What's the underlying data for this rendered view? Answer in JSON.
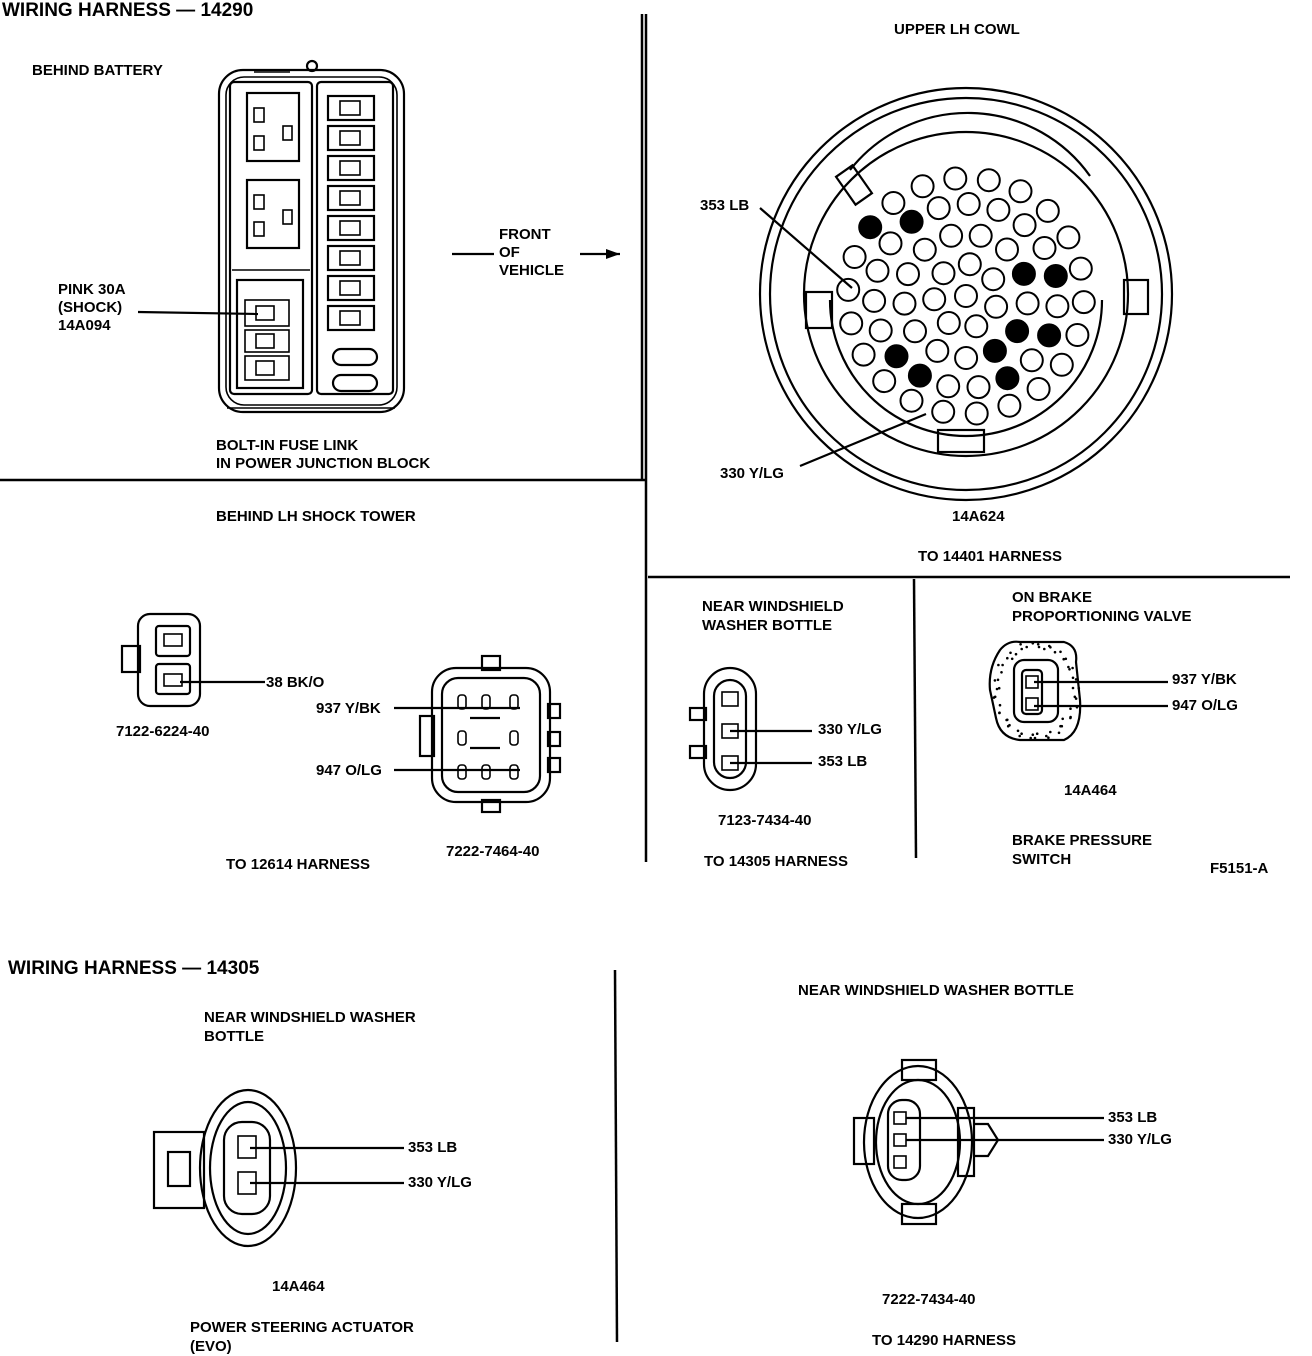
{
  "harness_14290": {
    "header": "WIRING HARNESS — 14290",
    "figure_id": "F5151-A",
    "battery": {
      "location": "BEHIND BATTERY",
      "fuse_label": [
        "PINK 30A",
        "(SHOCK)",
        "14A094"
      ],
      "front_label": [
        "FRONT",
        "OF",
        "VEHICLE"
      ],
      "caption": [
        "BOLT-IN FUSE LINK",
        "IN POWER JUNCTION BLOCK"
      ]
    },
    "cowl": {
      "location": "UPPER LH COWL",
      "wire_top": "353 LB",
      "wire_bottom": "330 Y/LG",
      "part": "14A624",
      "to": "TO 14401 HARNESS"
    },
    "shock_tower": {
      "location": "BEHIND LH SHOCK TOWER",
      "wire_a": "38 BK/O",
      "part_a": "7122-6224-40",
      "wire_b1": "937 Y/BK",
      "wire_b2": "947 O/LG",
      "part_b": "7222-7464-40",
      "to": "TO 12614 HARNESS"
    },
    "washer": {
      "location": [
        "NEAR WINDSHIELD",
        "WASHER BOTTLE"
      ],
      "wire_1": "330 Y/LG",
      "wire_2": "353 LB",
      "part": "7123-7434-40",
      "to": "TO 14305 HARNESS"
    },
    "brake": {
      "location": [
        "ON BRAKE",
        "PROPORTIONING VALVE"
      ],
      "wire_1": "937 Y/BK",
      "wire_2": "947 O/LG",
      "part": "14A464",
      "caption": [
        "BRAKE PRESSURE",
        "SWITCH"
      ]
    }
  },
  "harness_14305": {
    "header": "WIRING HARNESS — 14305",
    "left": {
      "location": [
        "NEAR WINDSHIELD WASHER",
        "BOTTLE"
      ],
      "wire_1": "353 LB",
      "wire_2": "330 Y/LG",
      "part": "14A464",
      "caption": [
        "POWER STEERING ACTUATOR",
        "(EVO)"
      ]
    },
    "right": {
      "location": "NEAR WINDSHIELD WASHER BOTTLE",
      "wire_1": "353 LB",
      "wire_2": "330 Y/LG",
      "part": "7222-7434-40",
      "to": "TO 14290 HARNESS"
    }
  }
}
